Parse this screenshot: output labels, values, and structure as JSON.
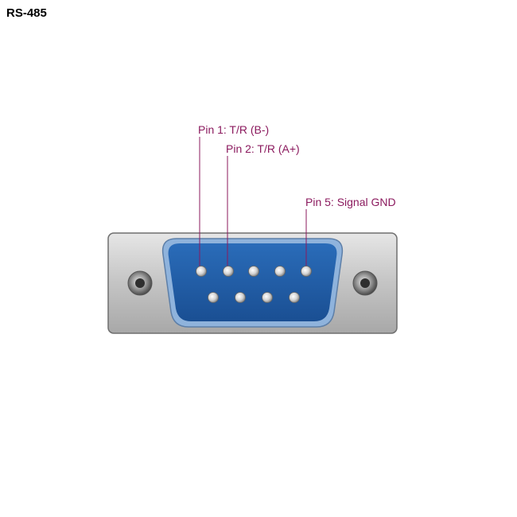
{
  "title": "RS-485",
  "pins": [
    {
      "number": 1,
      "label": "Pin 1: T/R (B-)"
    },
    {
      "number": 2,
      "label": "Pin 2: T/R (A+)"
    },
    {
      "number": 5,
      "label": "Pin 5: Signal GND"
    }
  ],
  "colors": {
    "label": "#8b1a5e",
    "shell": "#c9c9c9",
    "face": "#1f5ca8",
    "face_rim": "#9dbde0"
  }
}
